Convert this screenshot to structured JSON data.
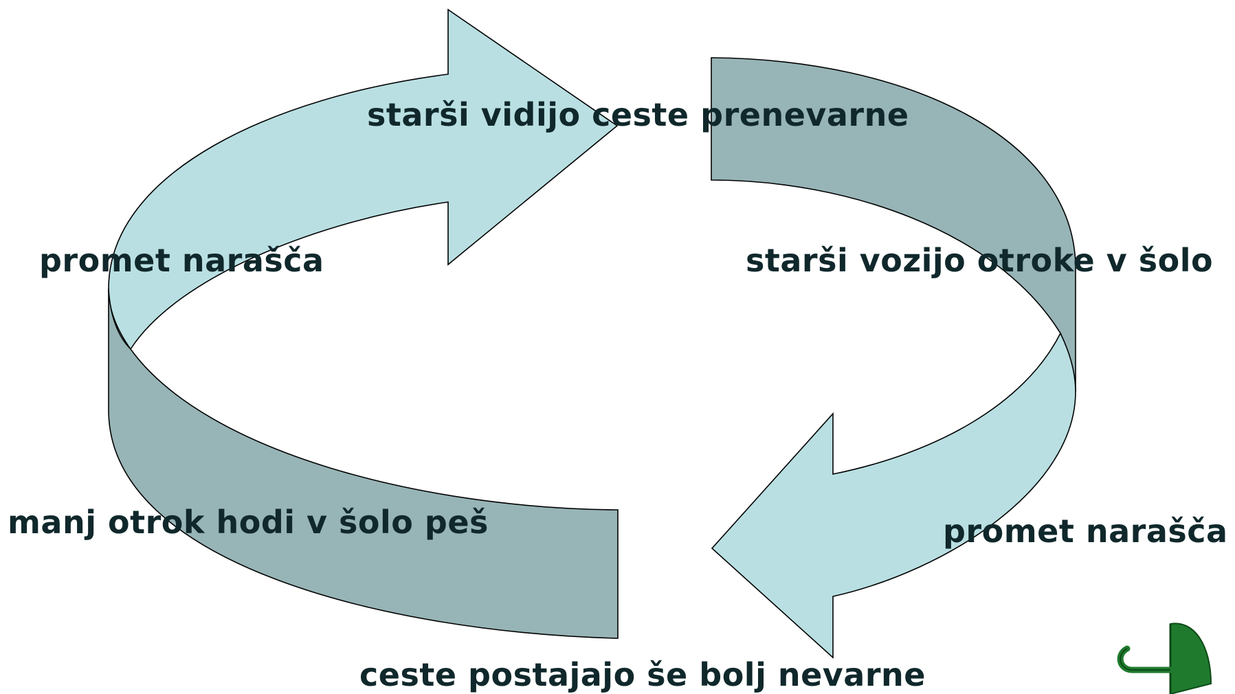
{
  "diagram": {
    "type": "cycle",
    "colors": {
      "arrow_light": "#b9dfe2",
      "arrow_dark": "#97b4b6",
      "outline": "#000000",
      "text": "#10282b",
      "umbrella": "#1f7a2e"
    },
    "labels": {
      "top": "starši vidijo ceste prenevarne",
      "left": "promet narašča",
      "right": "starši vozijo otroke v šolo",
      "bottom_left": "manj otrok hodi v šolo peš",
      "bottom_right": "promet narašča",
      "bottom": "ceste postajajo še bolj nevarne"
    },
    "icon": "umbrella-icon"
  }
}
